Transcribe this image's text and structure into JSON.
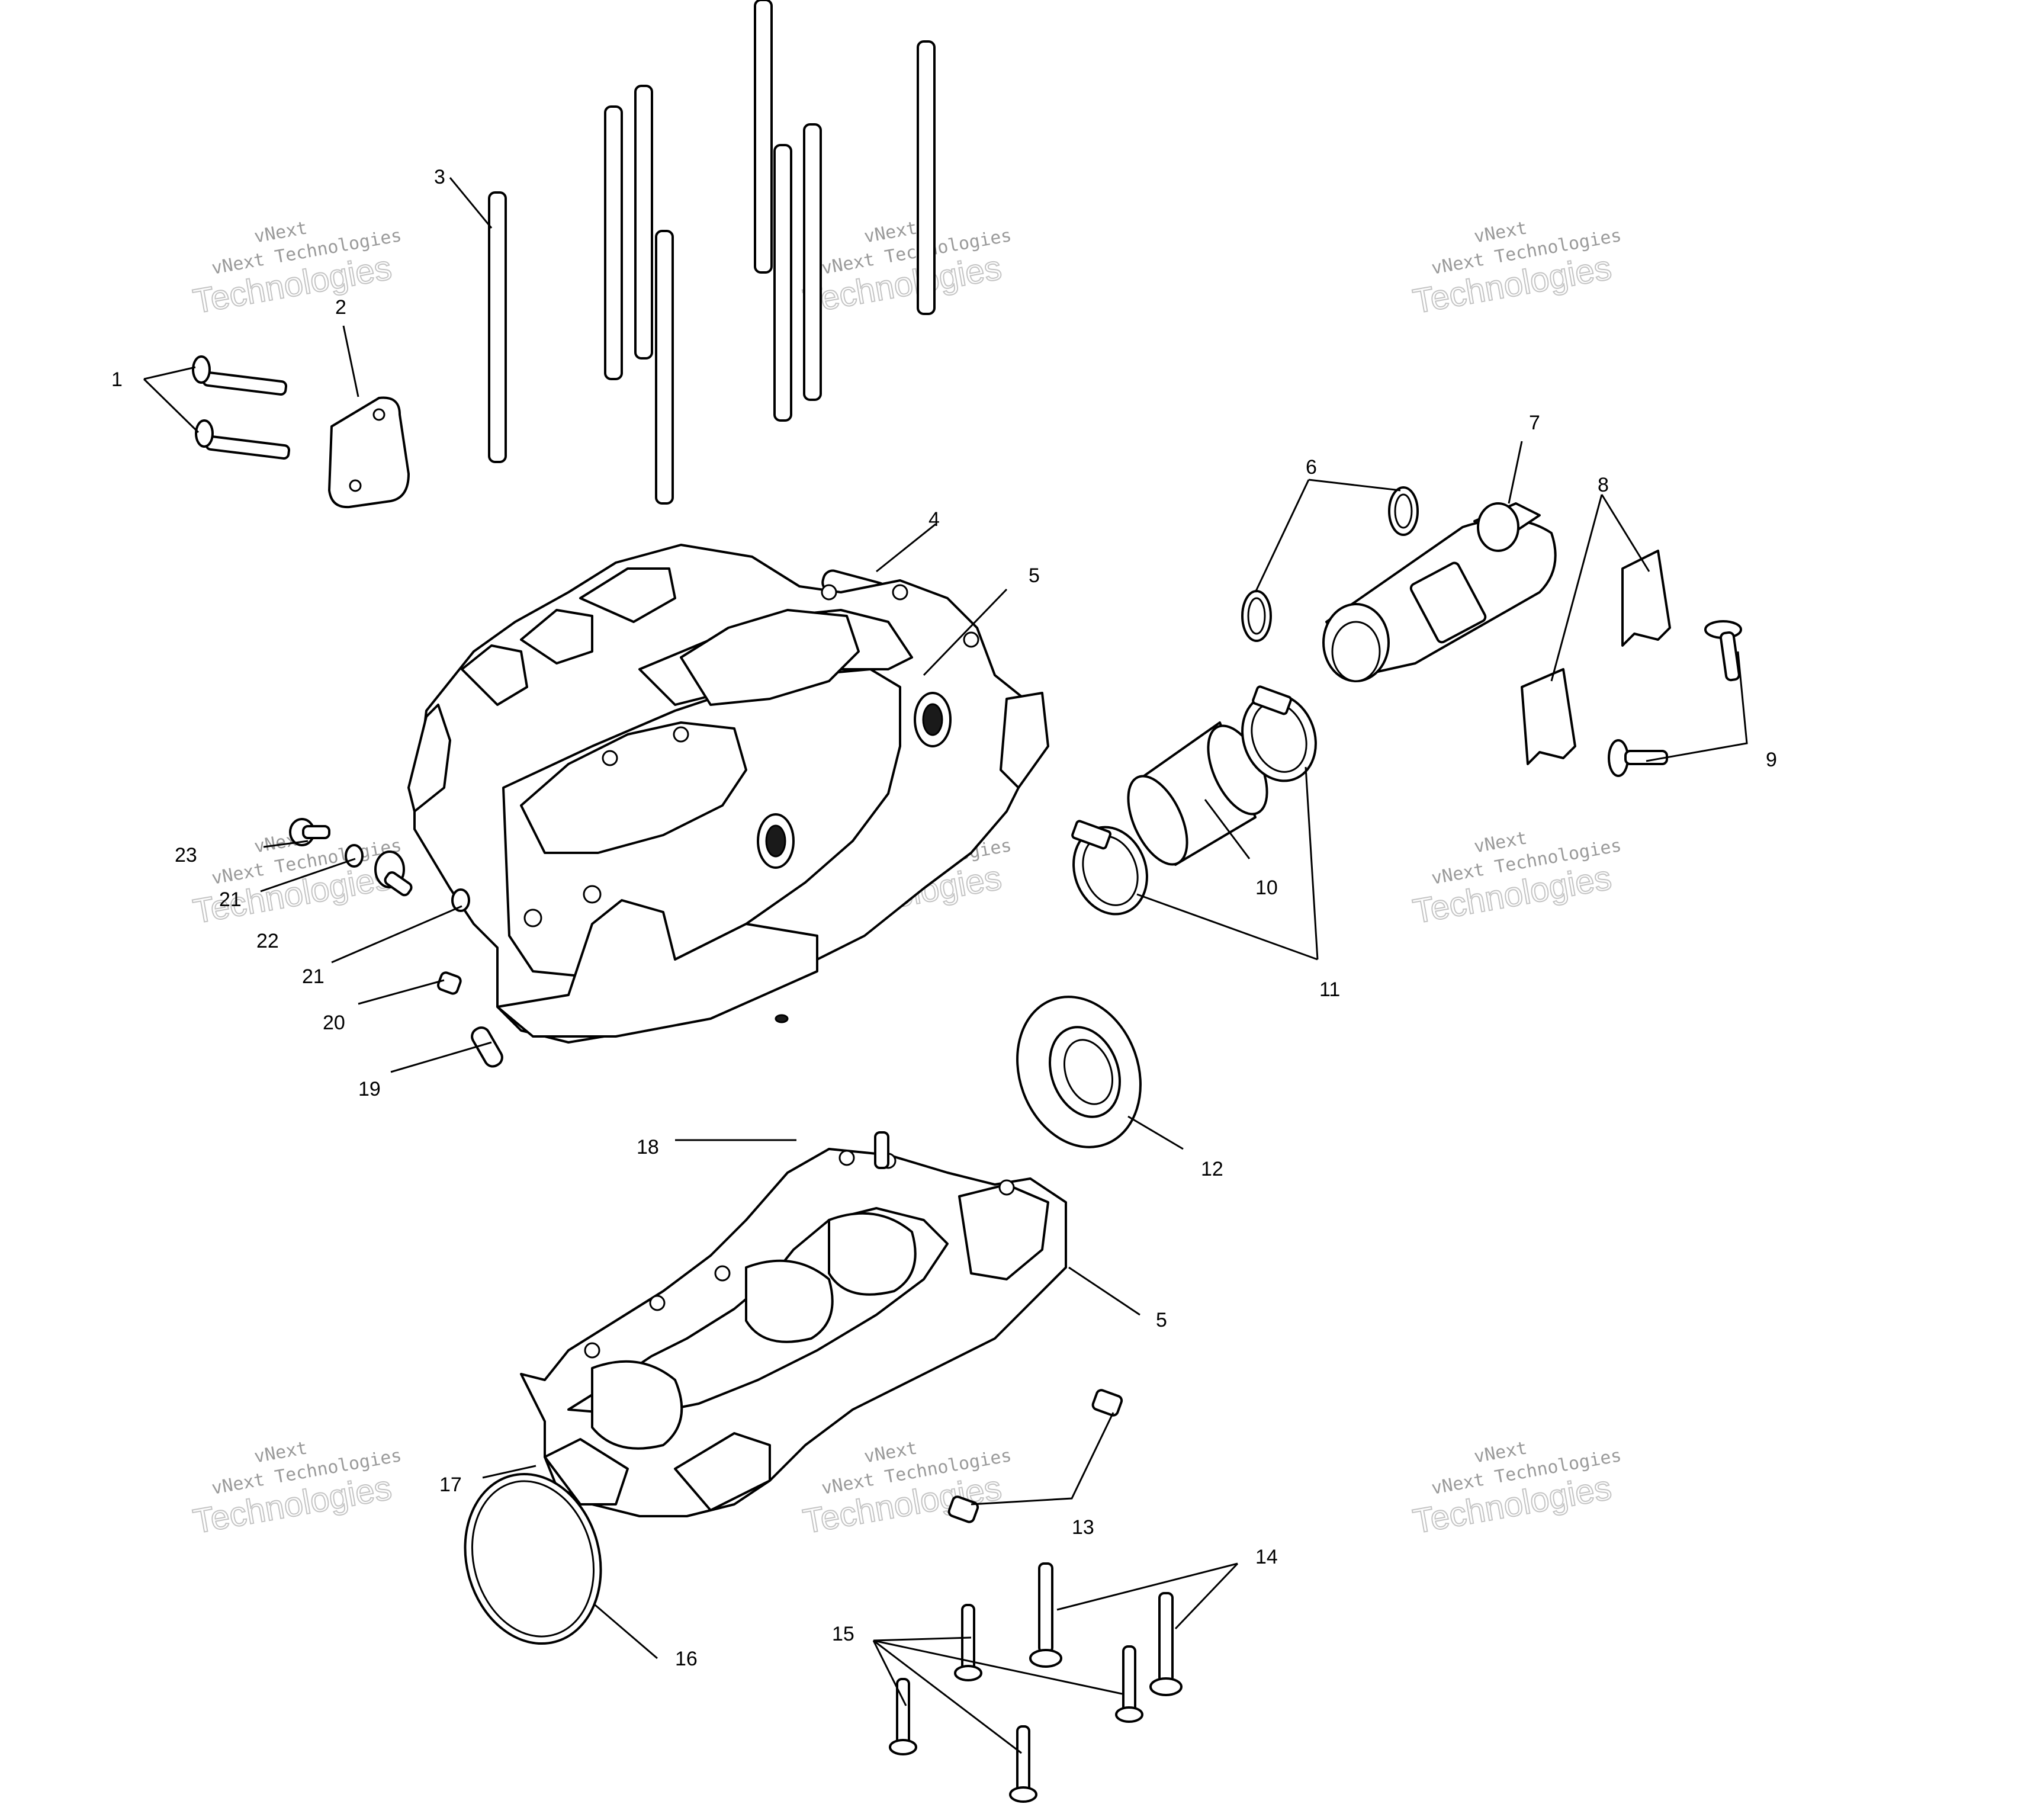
{
  "callouts": [
    {
      "id": "1",
      "label": "1"
    },
    {
      "id": "2",
      "label": "2"
    },
    {
      "id": "3",
      "label": "3"
    },
    {
      "id": "4",
      "label": "4"
    },
    {
      "id": "5a",
      "label": "5"
    },
    {
      "id": "5b",
      "label": "5"
    },
    {
      "id": "6",
      "label": "6"
    },
    {
      "id": "7",
      "label": "7"
    },
    {
      "id": "8",
      "label": "8"
    },
    {
      "id": "9",
      "label": "9"
    },
    {
      "id": "10",
      "label": "10"
    },
    {
      "id": "11",
      "label": "11"
    },
    {
      "id": "12",
      "label": "12"
    },
    {
      "id": "13",
      "label": "13"
    },
    {
      "id": "14",
      "label": "14"
    },
    {
      "id": "15",
      "label": "15"
    },
    {
      "id": "16",
      "label": "16"
    },
    {
      "id": "17",
      "label": "17"
    },
    {
      "id": "18",
      "label": "18"
    },
    {
      "id": "19",
      "label": "19"
    },
    {
      "id": "20",
      "label": "20"
    },
    {
      "id": "21a",
      "label": "21"
    },
    {
      "id": "21b",
      "label": "21"
    },
    {
      "id": "22",
      "label": "22"
    },
    {
      "id": "23",
      "label": "23"
    }
  ],
  "watermark": {
    "line1": "vNext",
    "line2": "vNext Technologies",
    "line3": "Technologies"
  }
}
